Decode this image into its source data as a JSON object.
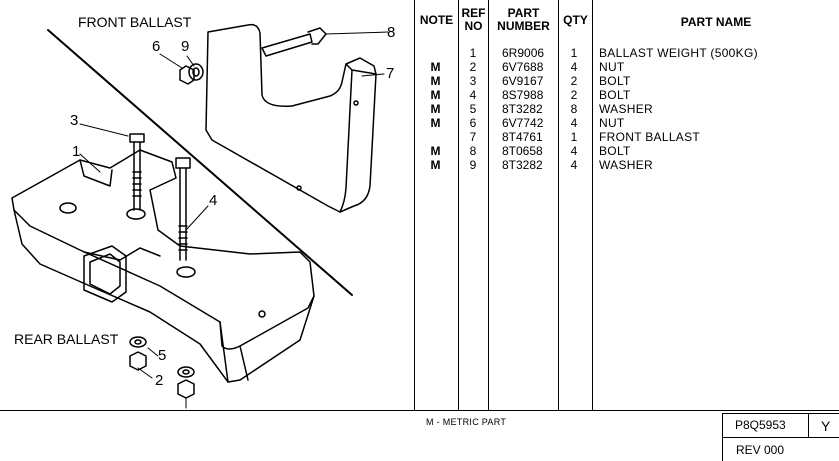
{
  "drawing": {
    "front_label": "FRONT BALLAST",
    "rear_label": "REAR BALLAST",
    "callouts": [
      "1",
      "2",
      "3",
      "4",
      "5",
      "6",
      "7",
      "8",
      "9"
    ]
  },
  "table": {
    "headers": {
      "note": "NOTE",
      "ref_line1": "REF",
      "ref_line2": "NO",
      "part_line1": "PART",
      "part_line2": "NUMBER",
      "qty": "QTY",
      "name": "PART NAME"
    },
    "rows": [
      {
        "note": "",
        "ref": "1",
        "part": "6R9006",
        "qty": "1",
        "name": "BALLAST WEIGHT (500KG)"
      },
      {
        "note": "M",
        "ref": "2",
        "part": "6V7688",
        "qty": "4",
        "name": "NUT"
      },
      {
        "note": "M",
        "ref": "3",
        "part": "6V9167",
        "qty": "2",
        "name": "BOLT"
      },
      {
        "note": "M",
        "ref": "4",
        "part": "8S7988",
        "qty": "2",
        "name": "BOLT"
      },
      {
        "note": "M",
        "ref": "5",
        "part": "8T3282",
        "qty": "8",
        "name": "WASHER"
      },
      {
        "note": "M",
        "ref": "6",
        "part": "6V7742",
        "qty": "4",
        "name": "NUT"
      },
      {
        "note": "",
        "ref": "7",
        "part": "8T4761",
        "qty": "1",
        "name": "FRONT BALLAST"
      },
      {
        "note": "M",
        "ref": "8",
        "part": "8T0658",
        "qty": "4",
        "name": "BOLT"
      },
      {
        "note": "M",
        "ref": "9",
        "part": "8T3282",
        "qty": "4",
        "name": "WASHER"
      }
    ]
  },
  "footer": {
    "metric_note": "M - METRIC PART",
    "doc_number": "P8Q5953",
    "letter": "Y",
    "revision": "REV 000"
  }
}
